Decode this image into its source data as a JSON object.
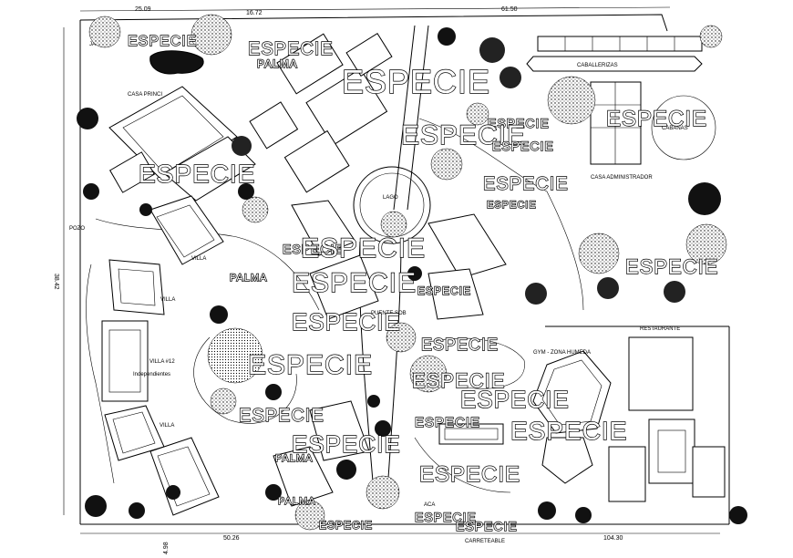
{
  "labels": {
    "especie": "ESPECIE",
    "palma": "PALMA",
    "lago": "LAGO",
    "caballerizas": "CABALLERIZAS",
    "casa_administrador": "CASA ADMINISTRADOR",
    "casa_principal": "CASA PRINCI",
    "pozo": "POZO",
    "villa_12": "VILLA #12",
    "independientes": "Independientes",
    "puente": "PUENTE SOB",
    "restaurante": "RESTAURANTE",
    "gym": "GYM - ZONA HUMEDA",
    "carreteable": "CARRETEABLE",
    "cabanas": "CABAÑAS",
    "villa": "VILLA",
    "jaca": "JACA",
    "aca": "ACA"
  },
  "dimensions": {
    "top_left": "25.09",
    "top_mid": "16.72",
    "top_right": "61.50",
    "left_side": "38.42",
    "bottom_left": "50.26",
    "bottom_right": "104.30",
    "bottom_corner": "4.98"
  }
}
